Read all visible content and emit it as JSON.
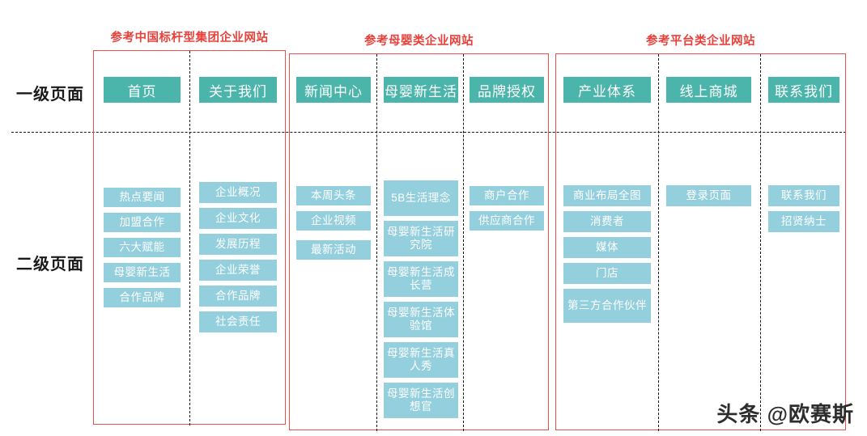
{
  "axis": {
    "level1_label": "一级页面",
    "level2_label": "二级页面"
  },
  "groups": [
    {
      "id": "group-1",
      "title": "参考中国标杆型集团企业网站",
      "columns": [
        {
          "id": "col-home",
          "primary": "首页",
          "secondary": [
            "热点要闻",
            "加盟合作",
            "六大赋能",
            "母婴新生活",
            "合作品牌"
          ]
        },
        {
          "id": "col-about-us",
          "primary": "关于我们",
          "secondary": [
            "企业概况",
            "企业文化",
            "发展历程",
            "企业荣誉",
            "合作品牌",
            "社会责任"
          ]
        }
      ]
    },
    {
      "id": "group-2",
      "title": "参考母婴类企业网站",
      "columns": [
        {
          "id": "col-news-center",
          "primary": "新闻中心",
          "secondary": [
            "本周头条",
            "企业视频",
            "最新活动"
          ]
        },
        {
          "id": "col-new-life",
          "primary": "母婴新生活",
          "secondary": [
            "5B生活理念",
            "母婴新生活研究院",
            "母婴新生活成长营",
            "母婴新生活体验馆",
            "母婴新生活真人秀",
            "母婴新生活创想官"
          ]
        },
        {
          "id": "col-brand-license",
          "primary": "品牌授权",
          "secondary": [
            "商户合作",
            "供应商合作"
          ]
        }
      ]
    },
    {
      "id": "group-3",
      "title": "参考平台类企业网站",
      "columns": [
        {
          "id": "col-industry-system",
          "primary": "产业体系",
          "secondary": [
            "商业布局全图",
            "消费者",
            "媒体",
            "门店",
            "第三方合作伙伴"
          ]
        },
        {
          "id": "col-online-mall",
          "primary": "线上商城",
          "secondary": [
            "登录页面"
          ]
        },
        {
          "id": "col-contact-us",
          "primary": "联系我们",
          "secondary": [
            "联系我们",
            "招贤纳士"
          ]
        }
      ]
    }
  ],
  "watermark": "头条 @欧赛斯",
  "colors": {
    "primary_box": "#4bb5ab",
    "secondary_box": "#93cfdd",
    "group_border": "#e8504a",
    "group_title": "#e8403a",
    "divider": "#141414"
  }
}
